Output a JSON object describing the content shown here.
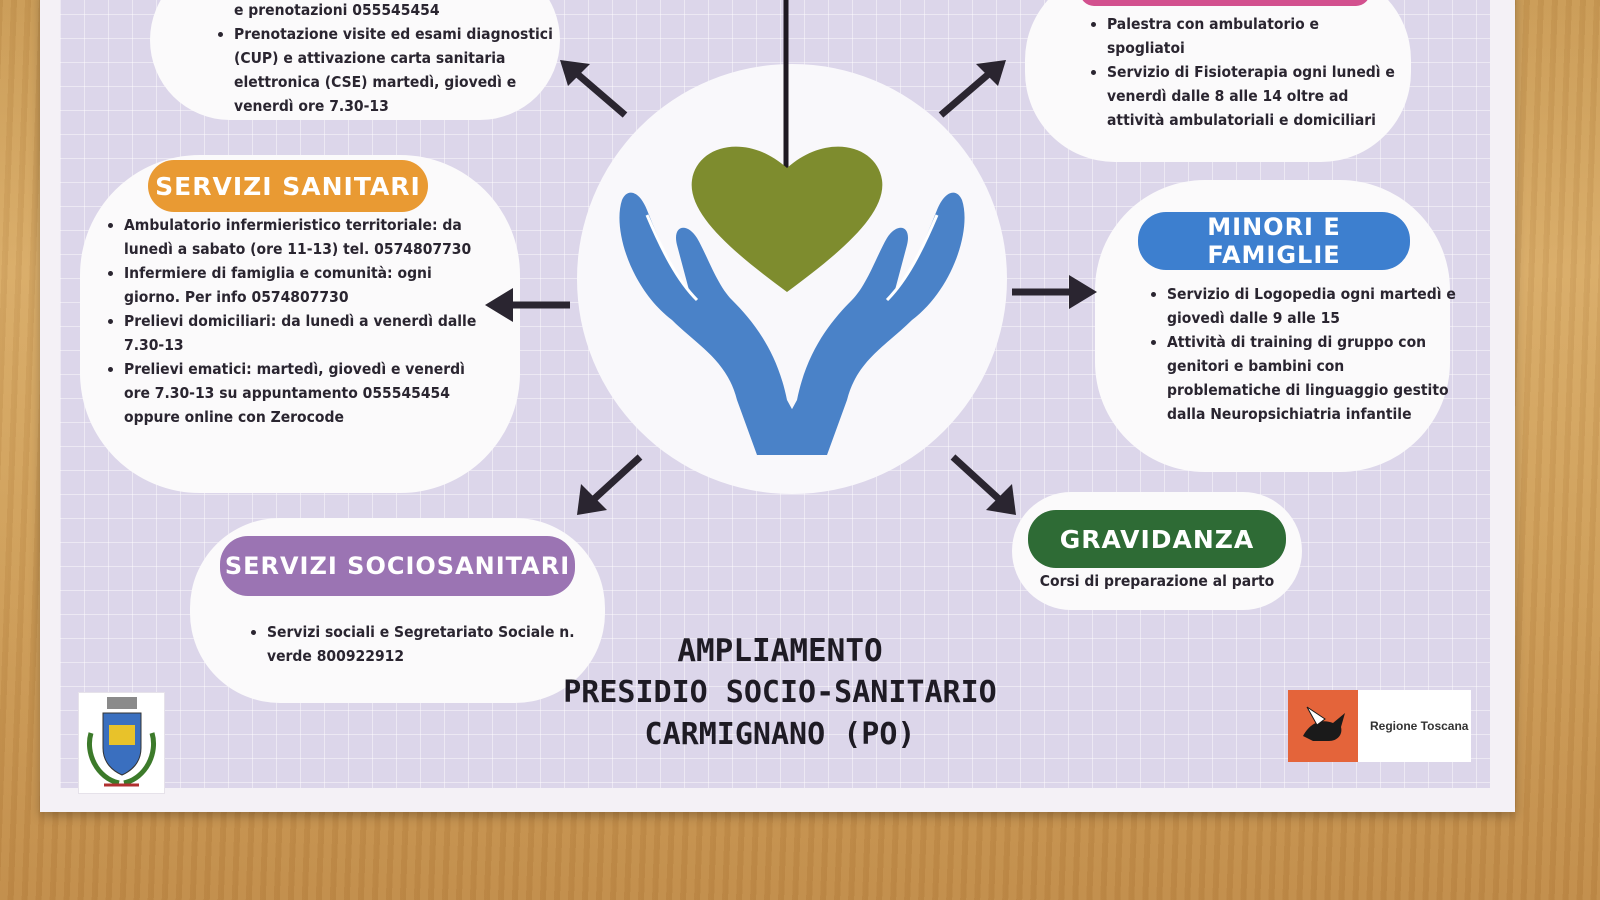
{
  "poster": {
    "top_left_partial": {
      "items": [
        "e prenotazioni 055545454",
        "Prenotazione visite ed esami diagnostici (CUP) e attivazione carta sanitaria elettronica (CSE) martedì, giovedì e venerdì ore 7.30-13"
      ]
    },
    "top_right_partial": {
      "items": [
        "Palestra con ambulatorio e spogliatoi",
        "Servizio di Fisioterapia ogni lunedì e venerdì dalle 8 alle 14 oltre ad attività ambulatoriali e domiciliari"
      ]
    },
    "servizi_sanitari": {
      "heading": "SERVIZI SANITARI",
      "items": [
        "Ambulatorio infermieristico territoriale: da lunedì a sabato (ore 11-13) tel. 0574807730",
        "Infermiere di famiglia e comunità: ogni giorno. Per info 0574807730",
        "Prelievi domiciliari: da lunedì a venerdì dalle 7.30-13",
        "Prelievi ematici: martedì, giovedì e venerdì ore 7.30-13 su appuntamento 055545454 oppure online con Zerocode"
      ]
    },
    "minori_famiglie": {
      "heading": "MINORI E FAMIGLIE",
      "items": [
        "Servizio di Logopedia  ogni martedì e giovedì dalle 9 alle 15",
        "Attività di training di gruppo con genitori e bambini con problematiche di linguaggio gestito dalla Neuropsichiatria infantile"
      ]
    },
    "servizi_sociosanitari": {
      "heading": "SERVIZI SOCIOSANITARI",
      "items": [
        "Servizi sociali e Segretariato Sociale n. verde 800922912"
      ]
    },
    "gravidanza": {
      "heading": "GRAVIDANZA",
      "text": "Corsi di preparazione al parto"
    },
    "title": {
      "line1": "AMPLIAMENTO",
      "line2": "PRESIDIO SOCIO-SANITARIO",
      "line3": "CARMIGNANO (PO)"
    },
    "logo_right_label": "Regione Toscana",
    "colors": {
      "sanitari": "#e99a33",
      "minori": "#3d7fcf",
      "sociosanitari": "#9b74b3",
      "gravidanza": "#2e6b35",
      "heart": "#7e8c2e",
      "hands": "#4a82c8",
      "pink": "#d2508e"
    }
  }
}
